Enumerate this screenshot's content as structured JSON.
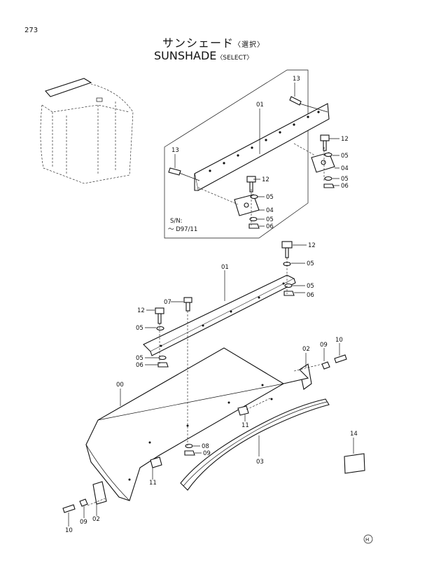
{
  "page_number": "273",
  "title": {
    "jp": "サンシェード",
    "jp_sub": "〈選択〉",
    "en": "SUNSHADE",
    "en_sub": "〈SELECT〉"
  },
  "serial_note": [
    "S/N:",
    "～ D97/11"
  ],
  "part_labels": {
    "u13a": "13",
    "u01": "01",
    "u12a": "12",
    "u05a": "05",
    "u04a": "04",
    "u05b": "05",
    "u06a": "06",
    "u13b": "13",
    "u12b": "12",
    "u05c": "05",
    "u04b": "04",
    "u05d": "05",
    "u06b": "06",
    "l12a": "12",
    "l05a": "05",
    "l01": "01",
    "l05b": "05",
    "l06a": "06",
    "l07": "07",
    "l12b": "12",
    "l05c": "05",
    "l05d": "05",
    "l06b": "06",
    "l00": "00",
    "l02a": "02",
    "l09a": "09",
    "l10a": "10",
    "l11a": "11",
    "l08": "08",
    "l09b": "09",
    "l03": "03",
    "l14": "14",
    "l11b": "11",
    "l10b": "10",
    "l09c": "09",
    "l02b": "02"
  },
  "corner_mark": "H"
}
